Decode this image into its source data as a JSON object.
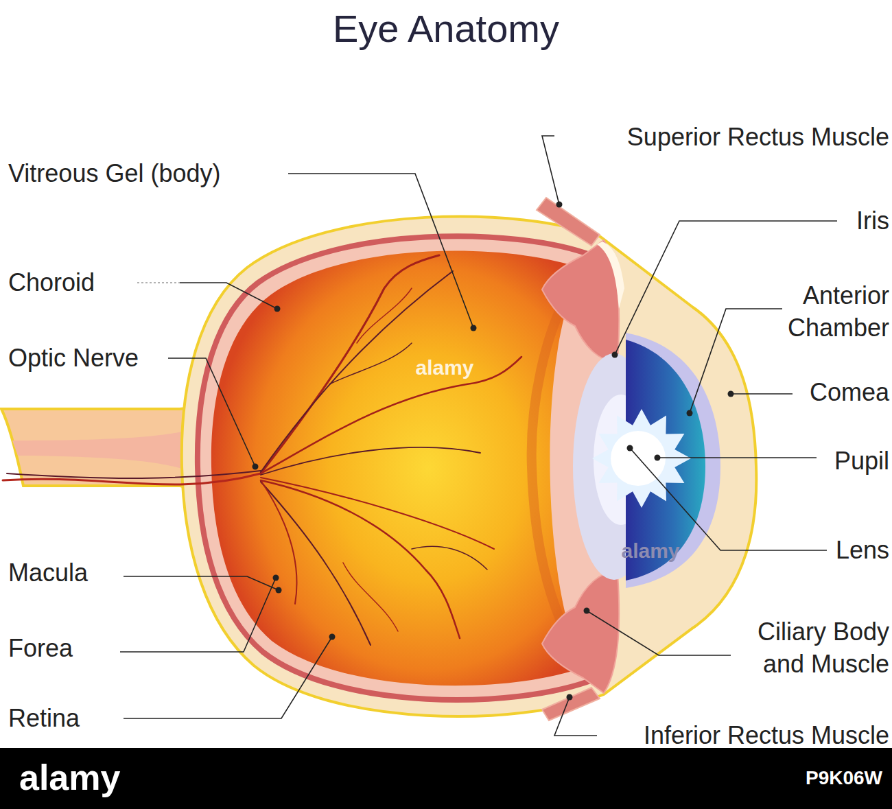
{
  "diagram": {
    "title": "Eye Anatomy",
    "labels": [
      "Vitreous Gel (body)",
      "Choroid",
      "Optic Nerve",
      "Macula",
      "Forea",
      "Retina",
      "Superior Rectus Muscle",
      "Iris",
      "Anterior Chamber",
      "Comea",
      "Pupil",
      "Lens",
      "Ciliary Body and Muscle",
      "Inferior Rectus Muscle",
      "alamy",
      "alamy",
      "alamy",
      "P9K06W"
    ]
  }
}
